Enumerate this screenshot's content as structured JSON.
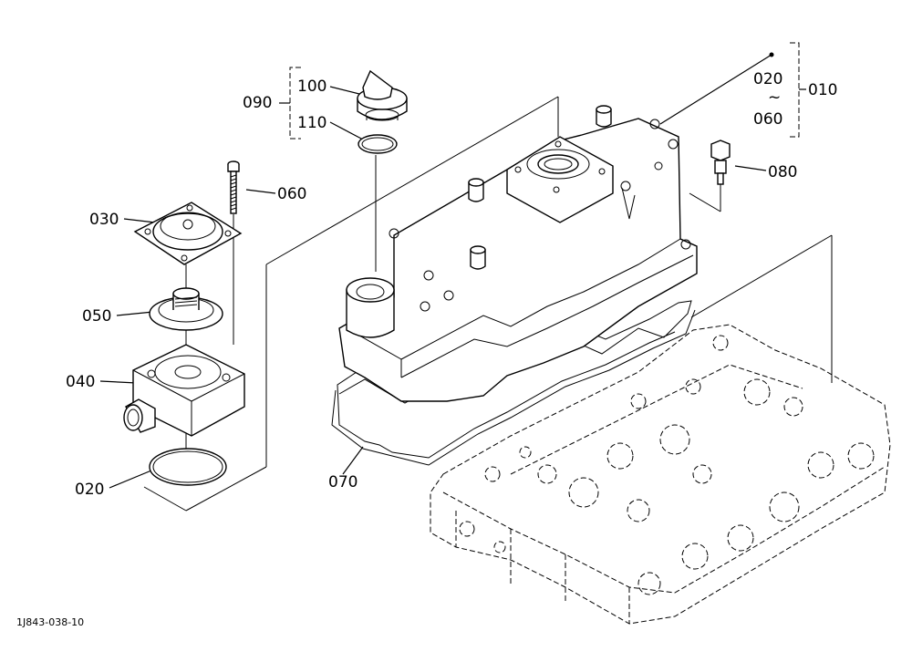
{
  "diagram_id": "1J843-038-10",
  "callouts": {
    "c010": "010",
    "c020a": "020",
    "tilde": "~",
    "c060a": "060",
    "c090": "090",
    "c100": "100",
    "c110": "110",
    "c030": "030",
    "c060b": "060",
    "c050": "050",
    "c040": "040",
    "c020b": "020",
    "c070": "070",
    "c080": "080"
  }
}
